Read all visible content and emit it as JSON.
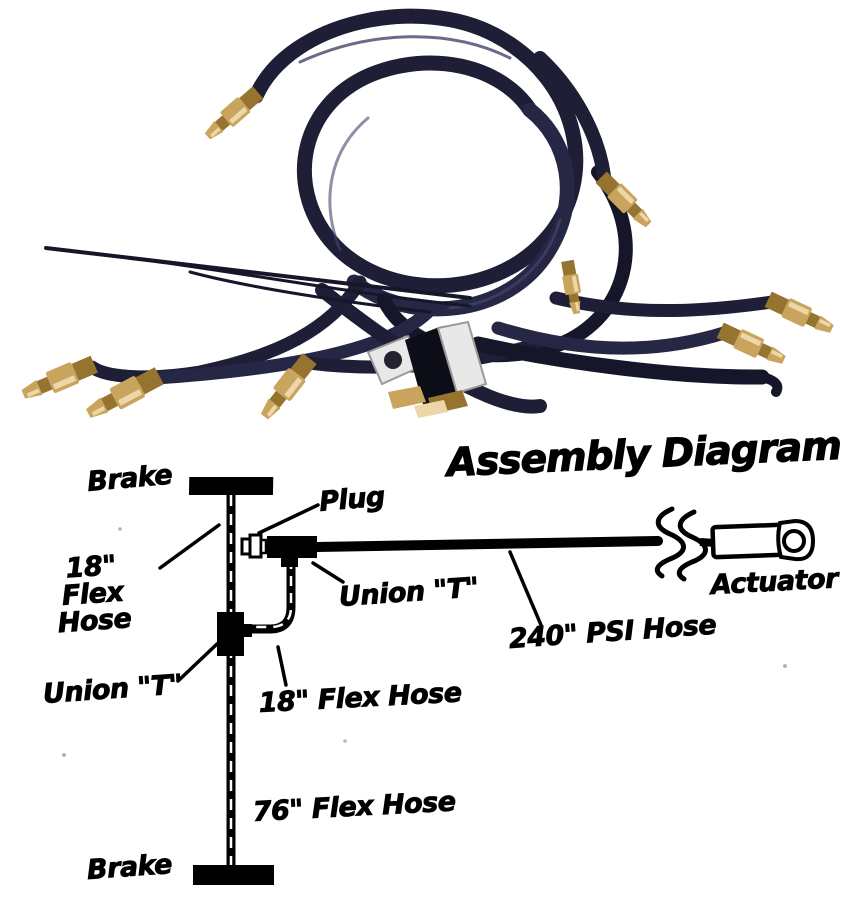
{
  "colors": {
    "bg": "#ffffff",
    "ink": "#000000",
    "hose": "#1e1e36",
    "hoseDark": "#16162a",
    "hoseMid": "#262645",
    "hoseHighlight": "#45456b",
    "brass": "#c9a45c",
    "brassDark": "#96742f",
    "brassLight": "#ecd7a8",
    "chrome": "#e8e8e8",
    "chromeShade": "#9a9a9a"
  },
  "diagram": {
    "title": "Assembly Diagram",
    "labels": {
      "brake_top": "Brake",
      "plug": "Plug",
      "flex18_line1": "18\" Flex",
      "flex18_line2": "Hose",
      "union_t_top": "Union \"T\"",
      "union_t_left": "Union \"T\"",
      "flex18_bottom": "18\" Flex Hose",
      "psi240": "240\" PSI Hose",
      "flex76": "76\" Flex Hose",
      "brake_bottom": "Brake",
      "actuator": "Actuator"
    }
  }
}
